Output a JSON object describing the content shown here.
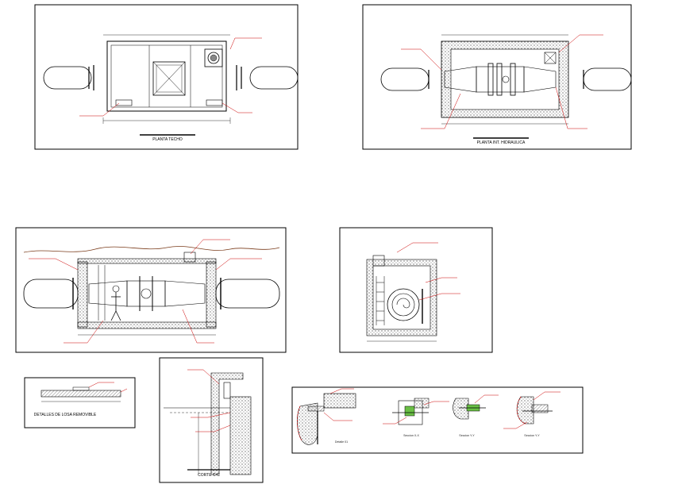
{
  "colors": {
    "line": "#000000",
    "leader": "#cc0000",
    "hatch": "#444444",
    "terrain": "#7a3b1a"
  },
  "panels": {
    "planta_techo": {
      "title": "PLANTA TECHO"
    },
    "planta_int": {
      "title": "PLANTA INT. HIDRAULICA"
    },
    "detalles": {
      "title": "DETALLES DE LOSA REMOVIBLE"
    },
    "corte_cc": {
      "title": "CORTE C-C"
    },
    "detail_01": {
      "label": "Detalle 01"
    },
    "seccion_a": {
      "label": "Seccion X-X"
    },
    "seccion_b": {
      "label": "Seccion Y-Y"
    },
    "seccion_c": {
      "label": "Seccion Y-Y"
    }
  }
}
